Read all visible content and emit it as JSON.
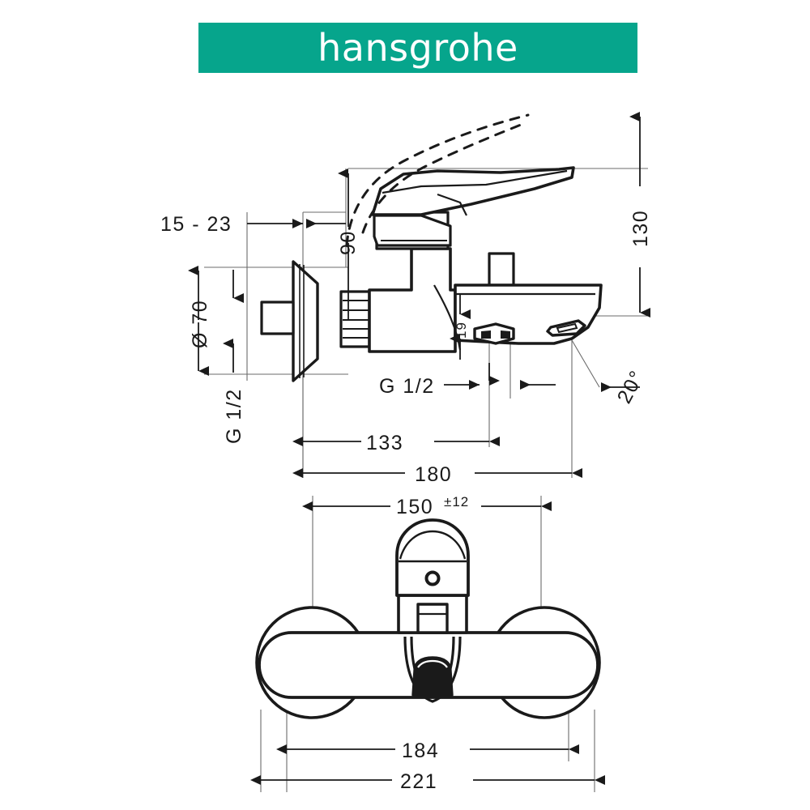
{
  "brand": {
    "wordmark": "hansgrohe",
    "banner_color": "#06A58C",
    "text_color": "#ffffff"
  },
  "drawing": {
    "title": "hansgrohe single lever bath mixer technical dimension drawing",
    "line_color": "#1a1a1a",
    "thin_line_color": "#4d4d4d",
    "views": [
      {
        "name": "side-elevation-view",
        "label": "side view"
      },
      {
        "name": "front-elevation-view",
        "label": "front view"
      }
    ]
  },
  "dimensions": {
    "side_view": [
      {
        "id": "wall-gap",
        "name": "dimension-15-23",
        "text": "15 - 23",
        "orientation": "horizontal"
      },
      {
        "id": "escutcheon-dia",
        "name": "dimension-dia-70",
        "text": "Ø 70",
        "orientation": "vertical-rotated"
      },
      {
        "id": "inlet-thread-left",
        "name": "dimension-g12-left",
        "text": "G 1/2",
        "orientation": "vertical-rotated"
      },
      {
        "id": "inlet-thread-bottom",
        "name": "dimension-g12-bottom",
        "text": "G 1/2",
        "orientation": "horizontal"
      },
      {
        "id": "handle-clearance",
        "name": "dimension-90",
        "text": "90",
        "orientation": "vertical-rotated"
      },
      {
        "id": "spout-height",
        "name": "dimension-130",
        "text": "130",
        "orientation": "vertical-rotated"
      },
      {
        "id": "spout-lip",
        "name": "dimension-19",
        "text": "19",
        "orientation": "vertical-rotated"
      },
      {
        "id": "spout-angle",
        "name": "dimension-20-deg",
        "text": "20°",
        "orientation": "angled"
      },
      {
        "id": "spout-reach",
        "name": "dimension-133",
        "text": "133",
        "orientation": "horizontal"
      },
      {
        "id": "overall-depth",
        "name": "dimension-180",
        "text": "180",
        "orientation": "horizontal"
      }
    ],
    "front_view": [
      {
        "id": "inlet-centers",
        "name": "dimension-150",
        "text": "150",
        "tolerance": "±12",
        "orientation": "horizontal"
      },
      {
        "id": "body-width",
        "name": "dimension-184",
        "text": "184",
        "orientation": "horizontal"
      },
      {
        "id": "overall-width",
        "name": "dimension-221",
        "text": "221",
        "orientation": "horizontal"
      }
    ]
  }
}
